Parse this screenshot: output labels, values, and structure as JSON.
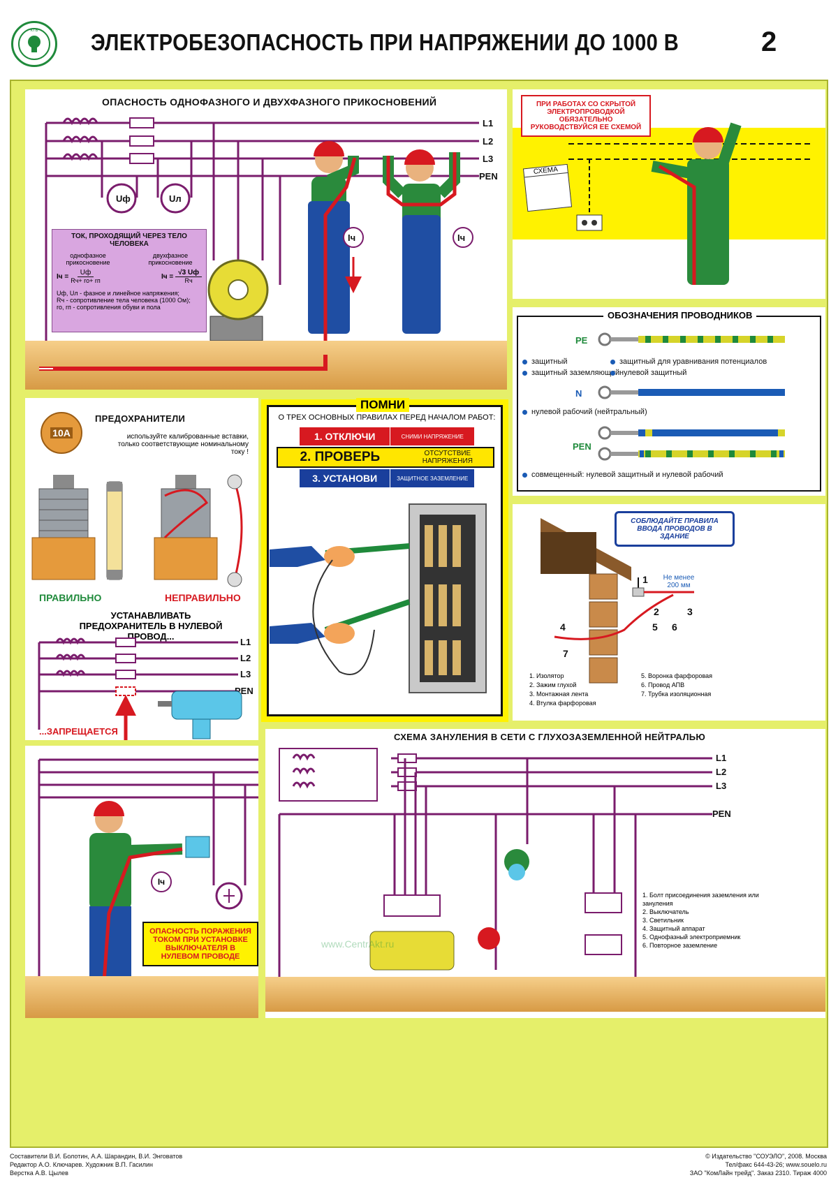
{
  "header": {
    "logo_text": "КОНСТРУКЦИИ ТЕХНОЛОГИИ БЕЗОПАСНОСТЬ",
    "title": "ЭЛЕКТРОБЕЗОПАСНОСТЬ ПРИ НАПРЯЖЕНИИ ДО 1000 В",
    "page_number": "2"
  },
  "touch_panel": {
    "title": "ОПАСНОСТЬ ОДНОФАЗНОГО И ДВУХФАЗНОГО ПРИКОСНОВЕНИЙ",
    "lines": [
      "L1",
      "L2",
      "L3",
      "PEN"
    ],
    "meter_phase": "Uф",
    "meter_line": "Uл",
    "current_label": "Iч",
    "formula_box": {
      "heading": "ТОК, ПРОХОДЯЩИЙ ЧЕРЕЗ ТЕЛО ЧЕЛОВЕКА",
      "single_label": "однофазное прикосновение",
      "double_label": "двухфазное прикосновение",
      "single_formula_num": "Uф",
      "single_formula_den": "Rч+ rо+ rп",
      "double_formula_num": "√3 Uф",
      "double_formula_den": "Rч",
      "lhs": "Iч =",
      "notes": [
        "Uф, Uл - фазное и линейное напряжения;",
        "Rч - сопротивление тела человека (1000 Ом);",
        "rо, rп - сопротивления обуви и пола"
      ]
    }
  },
  "hidden_wiring": {
    "note": "ПРИ РАБОТАХ СО СКРЫТОЙ ЭЛЕКТРОПРОВОДКОЙ ОБЯЗАТЕЛЬНО РУКОВОДСТВУЙСЯ ЕЕ СХЕМОЙ",
    "scheme_label": "СХЕМА"
  },
  "conductors": {
    "title": "ОБОЗНАЧЕНИЯ ПРОВОДНИКОВ",
    "pe": {
      "code": "PE",
      "items": [
        "защитный",
        "защитный для уравнивания потенциалов",
        "защитный заземляющий",
        "нулевой защитный"
      ]
    },
    "n": {
      "code": "N",
      "items": [
        "нулевой рабочий (нейтральный)"
      ]
    },
    "pen": {
      "code": "PEN",
      "items": [
        "совмещенный: нулевой защитный и нулевой рабочий"
      ]
    }
  },
  "fuses": {
    "title": "ПРЕДОХРАНИТЕЛИ",
    "badge": "10А",
    "instruction": "используйте калиброванные вставки, только соответствующие номинальному току !",
    "correct": "ПРАВИЛЬНО",
    "incorrect": "НЕПРАВИЛЬНО",
    "neutral_title": "УСТАНАВЛИВАТЬ ПРЕДОХРАНИТЕЛЬ В НУЛЕВОЙ ПРОВОД...",
    "forbidden": "...ЗАПРЕЩАЕТСЯ",
    "lines": [
      "L1",
      "L2",
      "L3",
      "PEN"
    ]
  },
  "remember": {
    "title": "ПОМНИ",
    "subtitle": "О ТРЕХ ОСНОВНЫХ ПРАВИЛАХ ПЕРЕД НАЧАЛОМ РАБОТ:",
    "rules": [
      {
        "step": "1. ОТКЛЮЧИ",
        "detail": "СНИМИ НАПРЯЖЕНИЕ",
        "bg": "#d71920",
        "fg": "#ffffff"
      },
      {
        "step": "2. ПРОВЕРЬ",
        "detail": "ОТСУТСТВИЕ НАПРЯЖЕНИЯ",
        "bg": "#ffe600",
        "fg": "#111111"
      },
      {
        "step": "3. УСТАНОВИ",
        "detail": "ЗАЩИТНОЕ ЗАЗЕМЛЕНИЕ",
        "bg": "#1a3f9c",
        "fg": "#ffffff"
      }
    ]
  },
  "entry": {
    "banner": "СОБЛЮДАЙТЕ ПРАВИЛА ВВОДА ПРОВОДОВ В ЗДАНИЕ",
    "distance": "Не менее 200 мм",
    "legend_left": [
      "1. Изолятор",
      "2. Зажим глухой",
      "3. Монтажная лента",
      "4. Втулка фарфоровая"
    ],
    "legend_right": [
      "5. Воронка фарфоровая",
      "6. Провод АПВ",
      "7. Трубка изоляционная"
    ],
    "markers": [
      "1",
      "2",
      "3",
      "4",
      "5",
      "6",
      "7"
    ]
  },
  "switch_danger": {
    "warning": "ОПАСНОСТЬ ПОРАЖЕНИЯ ТОКОМ ПРИ УСТАНОВКЕ ВЫКЛЮЧАТЕЛЯ В НУЛЕВОМ ПРОВОДЕ",
    "current_label": "Iч"
  },
  "grounding": {
    "title": "СХЕМА ЗАНУЛЕНИЯ В СЕТИ С ГЛУХОЗАЗЕМЛЕННОЙ НЕЙТРАЛЬЮ",
    "lines": [
      "L1",
      "L2",
      "L3",
      "PEN"
    ],
    "legend": [
      "1. Болт присоединения заземления или зануления",
      "2. Выключатель",
      "3. Светильник",
      "4. Защитный аппарат",
      "5. Однофазный электроприемник",
      "6. Повторное заземление"
    ],
    "watermark": "www.CentrAkt.ru"
  },
  "footer": {
    "left": [
      "Составители В.И. Болотин, А.А. Шарандин, В.И. Энговатов",
      "Редактор А.О. Ключарев. Художник В.П. Гасилин",
      "Верстка А.В. Цылев"
    ],
    "right": [
      "© Издательство \"СОУЭЛО\", 2008. Москва",
      "Тел/факс 644-43-26; www.souelo.ru",
      "ЗАО \"КомЛайн трейд\". Заказ 2310. Тираж 4000"
    ]
  }
}
